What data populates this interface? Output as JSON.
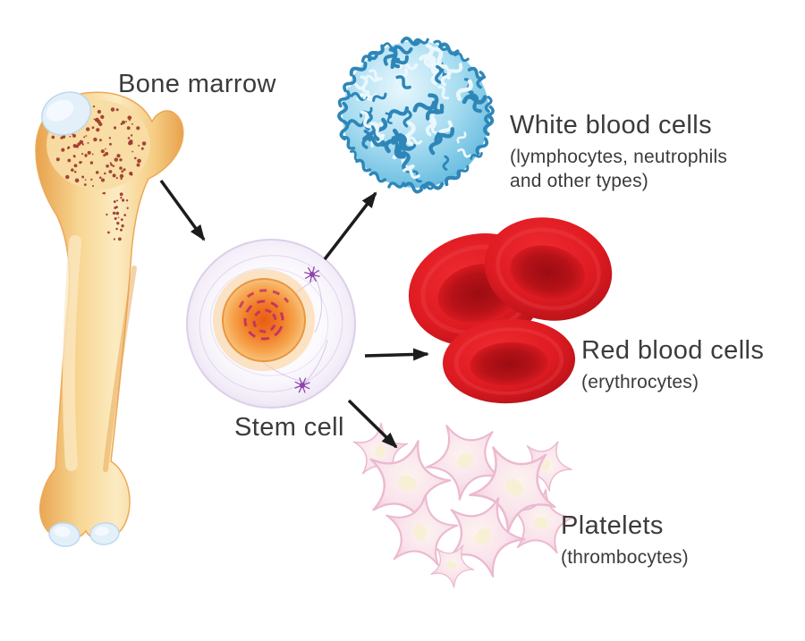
{
  "labels": {
    "bone_marrow": "Bone marrow",
    "stem_cell": "Stem cell",
    "white_blood_cells": {
      "title": "White blood cells",
      "subtitle_line1": "(lymphocytes, neutrophils",
      "subtitle_line2": "and other types)"
    },
    "red_blood_cells": {
      "title": "Red blood cells",
      "subtitle": "(erythrocytes)"
    },
    "platelets": {
      "title": "Platelets",
      "subtitle": "(thrombocytes)"
    }
  },
  "connections": [
    {
      "from": "bone-marrow",
      "to": "stem-cell"
    },
    {
      "from": "stem-cell",
      "to": "white-blood-cells"
    },
    {
      "from": "stem-cell",
      "to": "red-blood-cells"
    },
    {
      "from": "stem-cell",
      "to": "platelets"
    }
  ],
  "colors": {
    "background": "#FFFFFF",
    "text": "#3B3B3B",
    "arrow": "#1C1C1C",
    "bone_edge": "#E8A24C",
    "bone_light": "#FCEBC2",
    "bone_head": "#F8DCA4",
    "marrow_speckle": "#993428",
    "cartilage": "#E3F0FA",
    "cartilage_edge": "#BFD8ED",
    "wbc_center": "#E7F7FD",
    "wbc_mid": "#A9DDF1",
    "wbc_edge": "#58B5DC",
    "wbc_squiggle_dark": "#2E86B8",
    "wbc_squiggle_light": "#EAF8FE",
    "stem_outer_edge": "#E9DFF2",
    "stem_stroke": "#DCCFEA",
    "stem_core_center": "#E85C15",
    "stem_core_edge": "#F9C684",
    "stem_detail": "#C2375F",
    "centriole": "#8E44AD",
    "rbc_bright": "#EF2B31",
    "rbc_mid": "#DF1B22",
    "rbc_dark": "#AE1016",
    "rbc_dimple": "#9C0C12",
    "platelet_fill": "#F9E3EC",
    "platelet_edge": "#ECB9CF",
    "platelet_center": "#F8EFD2"
  }
}
